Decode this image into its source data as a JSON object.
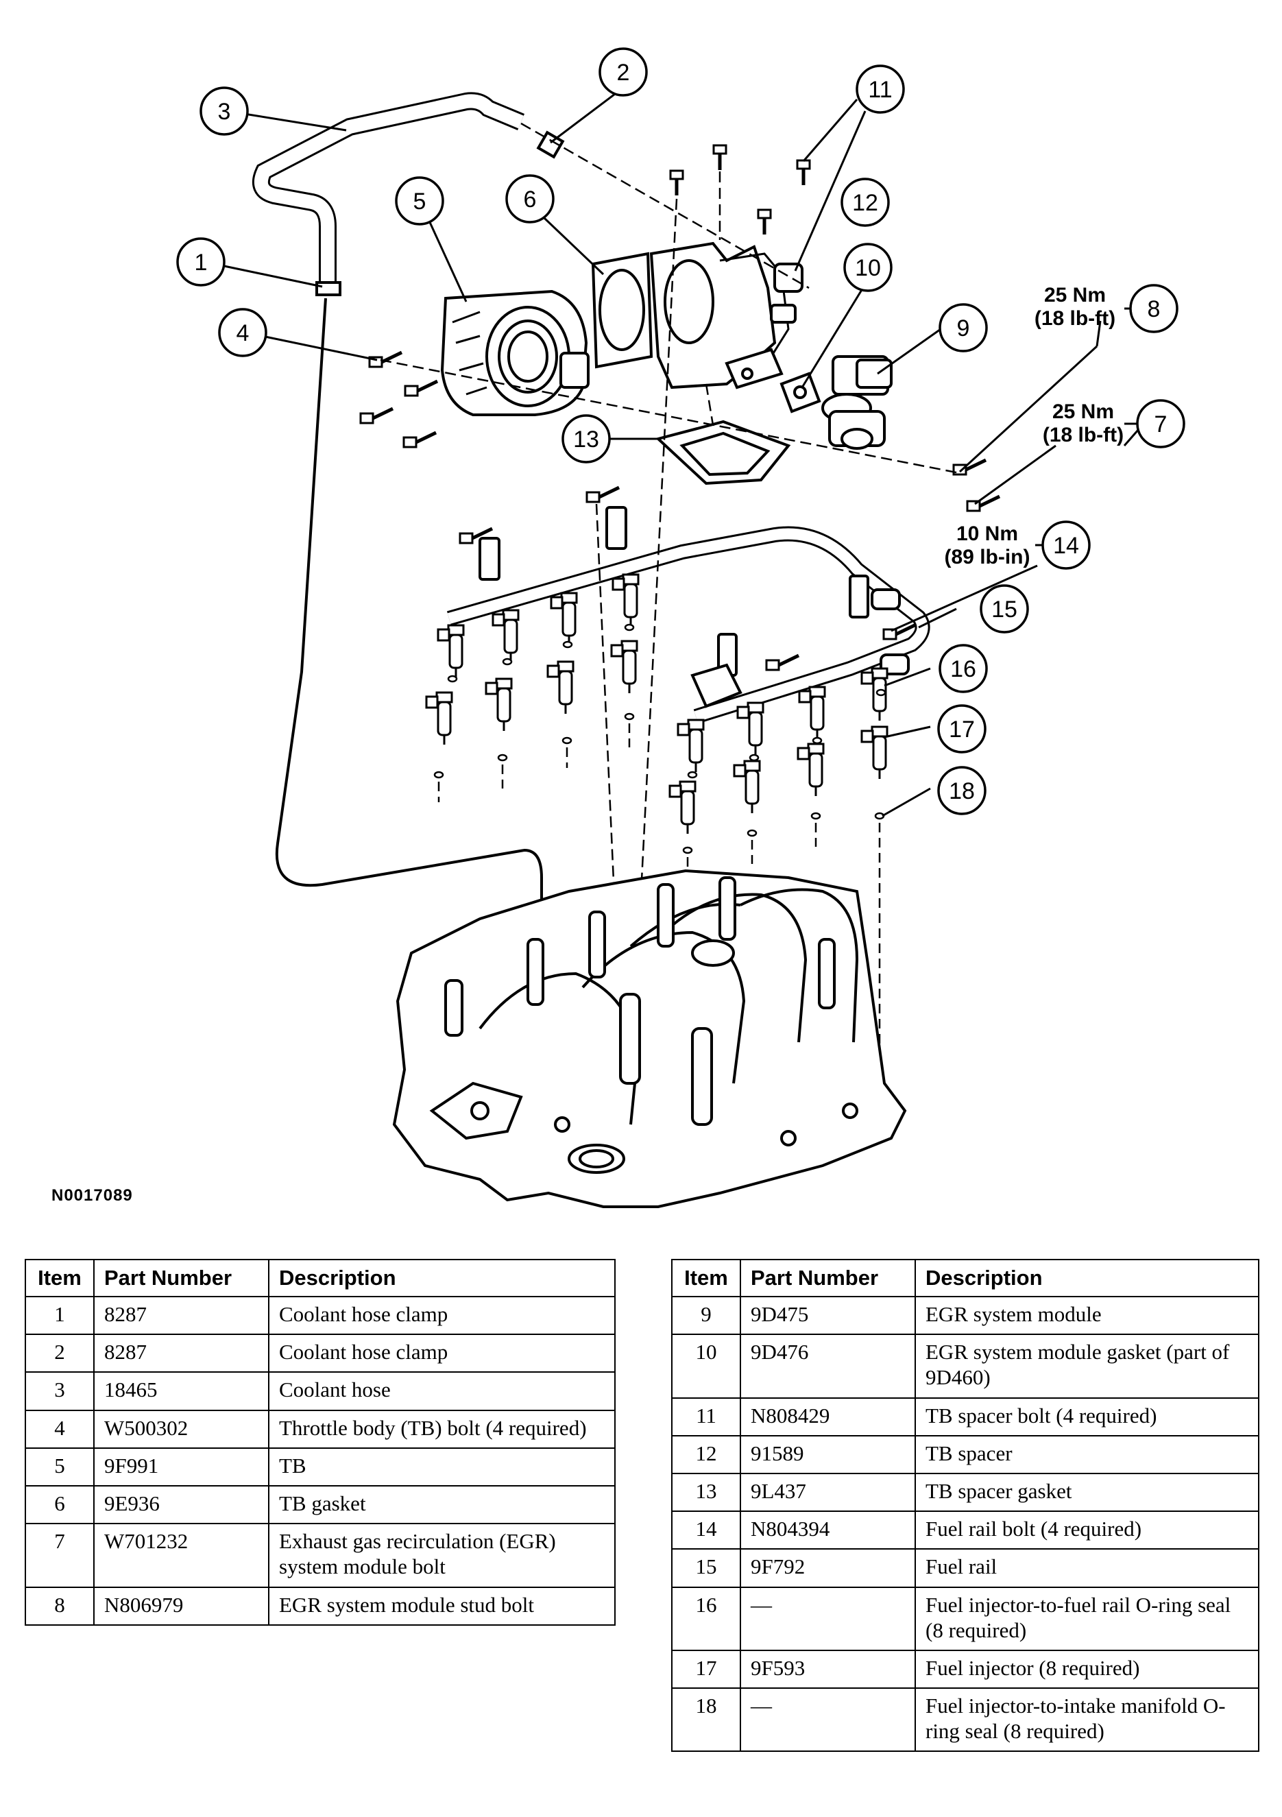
{
  "figure_id": "N0017089",
  "callouts": [
    "1",
    "2",
    "3",
    "4",
    "5",
    "6",
    "7",
    "8",
    "9",
    "10",
    "11",
    "12",
    "13",
    "14",
    "15",
    "16",
    "17",
    "18"
  ],
  "torque_specs": {
    "t8": {
      "nm": "25 Nm",
      "imp": "(18 lb-ft)"
    },
    "t7": {
      "nm": "25 Nm",
      "imp": "(18 lb-ft)"
    },
    "t14": {
      "nm": "10 Nm",
      "imp": "(89 lb-in)"
    }
  },
  "table_headers": {
    "item": "Item",
    "part_number": "Part Number",
    "description": "Description"
  },
  "parts_left": [
    {
      "item": "1",
      "part_number": "8287",
      "description": "Coolant hose clamp"
    },
    {
      "item": "2",
      "part_number": "8287",
      "description": "Coolant hose clamp"
    },
    {
      "item": "3",
      "part_number": "18465",
      "description": "Coolant hose"
    },
    {
      "item": "4",
      "part_number": "W500302",
      "description": "Throttle body (TB) bolt (4 required)"
    },
    {
      "item": "5",
      "part_number": "9F991",
      "description": "TB"
    },
    {
      "item": "6",
      "part_number": "9E936",
      "description": "TB gasket"
    },
    {
      "item": "7",
      "part_number": "W701232",
      "description": "Exhaust gas recirculation (EGR) system module bolt"
    },
    {
      "item": "8",
      "part_number": "N806979",
      "description": "EGR system module stud bolt"
    }
  ],
  "parts_right": [
    {
      "item": "9",
      "part_number": "9D475",
      "description": "EGR system module"
    },
    {
      "item": "10",
      "part_number": "9D476",
      "description": "EGR system module gasket (part of 9D460)"
    },
    {
      "item": "11",
      "part_number": "N808429",
      "description": "TB spacer bolt (4 required)"
    },
    {
      "item": "12",
      "part_number": "91589",
      "description": "TB spacer"
    },
    {
      "item": "13",
      "part_number": "9L437",
      "description": "TB spacer gasket"
    },
    {
      "item": "14",
      "part_number": "N804394",
      "description": "Fuel rail bolt (4 required)"
    },
    {
      "item": "15",
      "part_number": "9F792",
      "description": "Fuel rail"
    },
    {
      "item": "16",
      "part_number": "—",
      "description": "Fuel injector-to-fuel rail O-ring seal (8 required)"
    },
    {
      "item": "17",
      "part_number": "9F593",
      "description": "Fuel injector (8 required)"
    },
    {
      "item": "18",
      "part_number": "—",
      "description": "Fuel injector-to-intake manifold O-ring seal (8 required)"
    }
  ]
}
